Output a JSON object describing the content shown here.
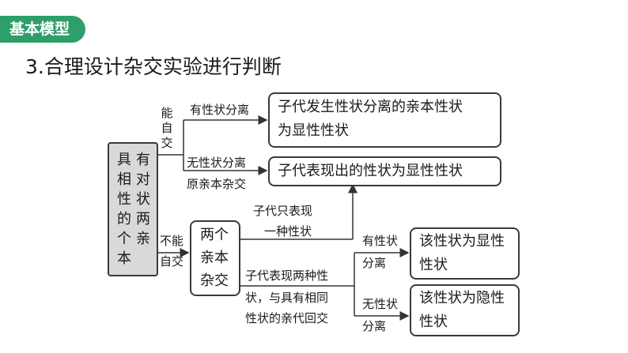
{
  "header": {
    "badge": "基本模型",
    "title": "3.合理设计杂交实验进行判断"
  },
  "diagram": {
    "root_box": {
      "col_right": [
        "有",
        "对",
        "状",
        "两",
        "亲"
      ],
      "col_left": [
        "具",
        "相",
        "性",
        "的",
        "个",
        "本"
      ]
    },
    "branch_self": {
      "chars": [
        "能",
        "自",
        "交"
      ]
    },
    "branch_no_self": {
      "line1": "不能",
      "line2": "自交"
    },
    "label_has_separation": "有性状分离",
    "label_no_separation": "无性状分离",
    "label_parent_cross": "原亲本杂交",
    "box_separation": {
      "line1": "子代发生性状分离的亲本性状",
      "line2": "为显性性状"
    },
    "box_offspring_shown": "子代表现出的性状为显性性状",
    "box_two_parent_cross": [
      "两个",
      "亲本",
      "杂交"
    ],
    "label_only_one": {
      "line1": "子代只表现",
      "line2": "一种性状"
    },
    "label_two_traits": {
      "line1": "子代表现两种性",
      "line2": "状，与具有相同",
      "line3": "性状的亲代回交"
    },
    "label_has_sep2": {
      "line1": "有性状",
      "line2": "分离"
    },
    "label_no_sep2": {
      "line1": "无性状",
      "line2": "分离"
    },
    "box_dominant": {
      "line1": "该性状为显性",
      "line2": "性状"
    },
    "box_recessive": {
      "line1": "该性状为隐性",
      "line2": "性状"
    }
  }
}
